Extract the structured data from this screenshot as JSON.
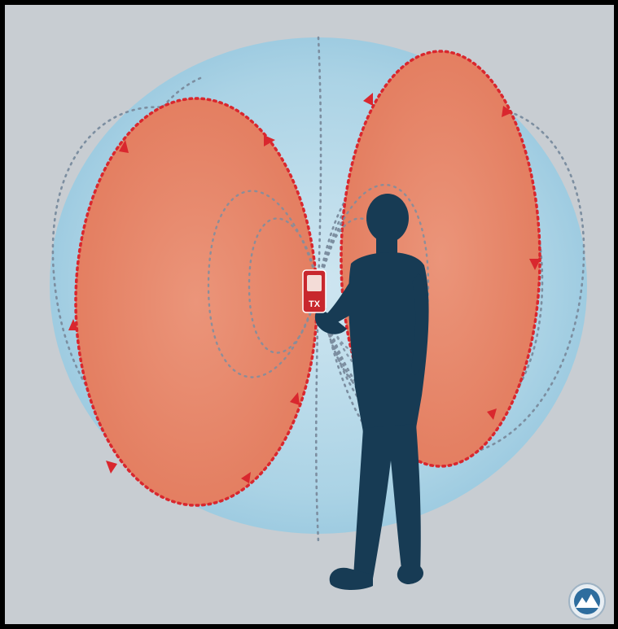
{
  "device": {
    "label": "TX"
  },
  "colors": {
    "background": "#c8cdd2",
    "frame": "#000000",
    "field_volume": "#a9d3e6",
    "lobe_fill": "#e7886a",
    "lobe_outline": "#d9272e",
    "field_lines": "#7c8ea0",
    "silhouette": "#173b54",
    "device_body": "#c8272d"
  },
  "icons": [
    "person-silhouette",
    "transmitter-device",
    "logo-badge"
  ]
}
